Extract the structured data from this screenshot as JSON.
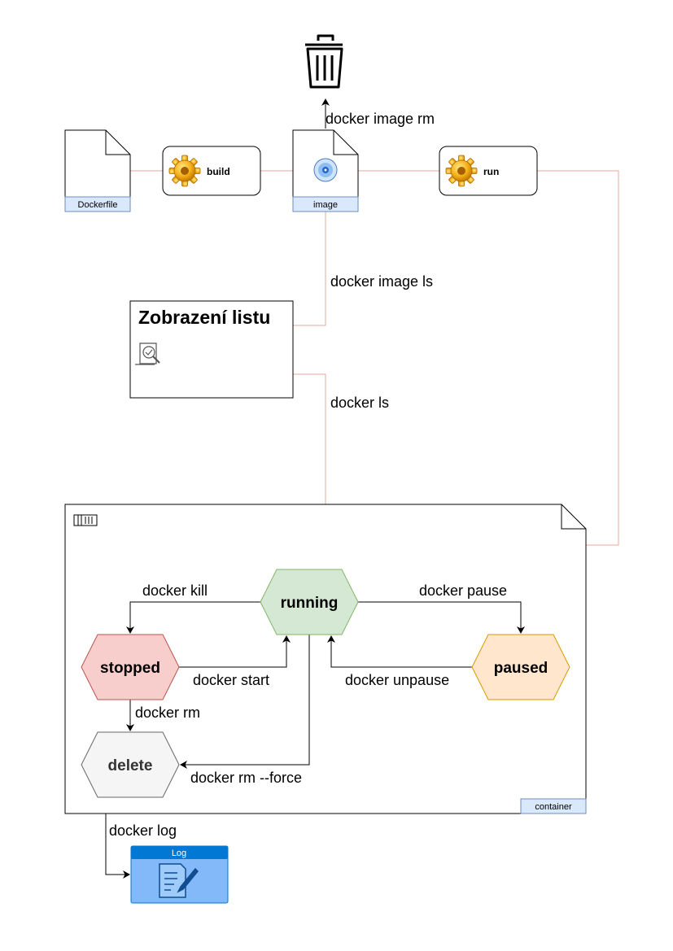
{
  "trash": {
    "icon": "trash-icon"
  },
  "files": {
    "dockerfile": {
      "label": "Dockerfile"
    },
    "image": {
      "label": "image",
      "icon": "disc-icon"
    }
  },
  "actions": {
    "build": {
      "label": "build",
      "icon": "gear-icon"
    },
    "run": {
      "label": "run",
      "icon": "gear-icon"
    }
  },
  "listing": {
    "title": "Zobrazení listu",
    "icon": "search-document-icon"
  },
  "edges": {
    "image_rm": "docker image rm",
    "image_ls": "docker image ls",
    "ls": "docker ls",
    "kill": "docker kill",
    "pause": "docker pause",
    "start": "docker start",
    "unpause": "docker unpause",
    "rm": "docker rm",
    "rm_force": "docker rm --force",
    "log": "docker log"
  },
  "container": {
    "label": "container",
    "icon": "container-icon"
  },
  "states": {
    "running": {
      "label": "running",
      "fill": "#d5e8d4",
      "stroke": "#82b366",
      "text": "#000000"
    },
    "stopped": {
      "label": "stopped",
      "fill": "#f8cecc",
      "stroke": "#b85450",
      "text": "#000000"
    },
    "paused": {
      "label": "paused",
      "fill": "#ffe6cc",
      "stroke": "#d79b00",
      "text": "#000000"
    },
    "delete": {
      "label": "delete",
      "fill": "#f5f5f5",
      "stroke": "#666666",
      "text": "#333333"
    }
  },
  "log": {
    "label": "Log",
    "icon": "log-document-icon",
    "header_color": "#0078d4",
    "body_color": "#83b9f9"
  },
  "colors": {
    "link_line": "#e8a49c",
    "arrow": "#000000",
    "file_tag": "#dae8fc",
    "file_tag_border": "#6c8ebf"
  }
}
